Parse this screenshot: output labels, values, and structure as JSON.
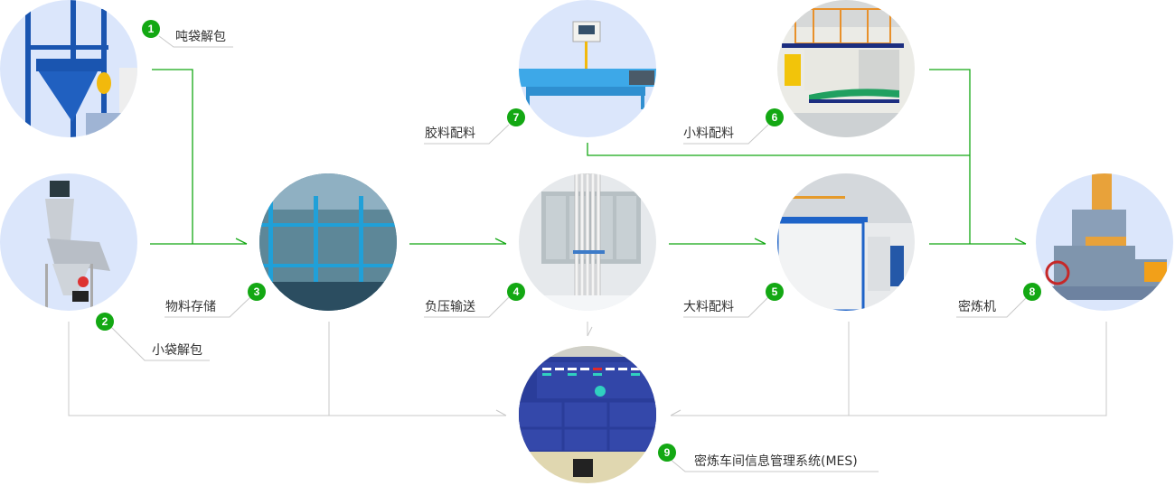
{
  "colors": {
    "flow_line": "#13a813",
    "data_line": "#cccccc",
    "badge": "#13a813",
    "label_text": "#333333",
    "circle_bg": "#dbe6fb"
  },
  "steps": [
    {
      "num": "1",
      "label": "吨袋解包",
      "icon": "ton-bag-unloader-photo"
    },
    {
      "num": "2",
      "label": "小袋解包",
      "icon": "small-bag-unloader-photo"
    },
    {
      "num": "3",
      "label": "物料存储",
      "icon": "material-storage-photo"
    },
    {
      "num": "4",
      "label": "负压输送",
      "icon": "vacuum-conveying-photo"
    },
    {
      "num": "5",
      "label": "大料配料",
      "icon": "bulk-batching-photo"
    },
    {
      "num": "6",
      "label": "小料配料",
      "icon": "minor-batching-photo"
    },
    {
      "num": "7",
      "label": "胶料配料",
      "icon": "rubber-batching-photo"
    },
    {
      "num": "8",
      "label": "密炼机",
      "icon": "internal-mixer-photo"
    },
    {
      "num": "9",
      "label": "密炼车间信息管理系统(MES)",
      "icon": "mes-dashboard-photo"
    }
  ]
}
